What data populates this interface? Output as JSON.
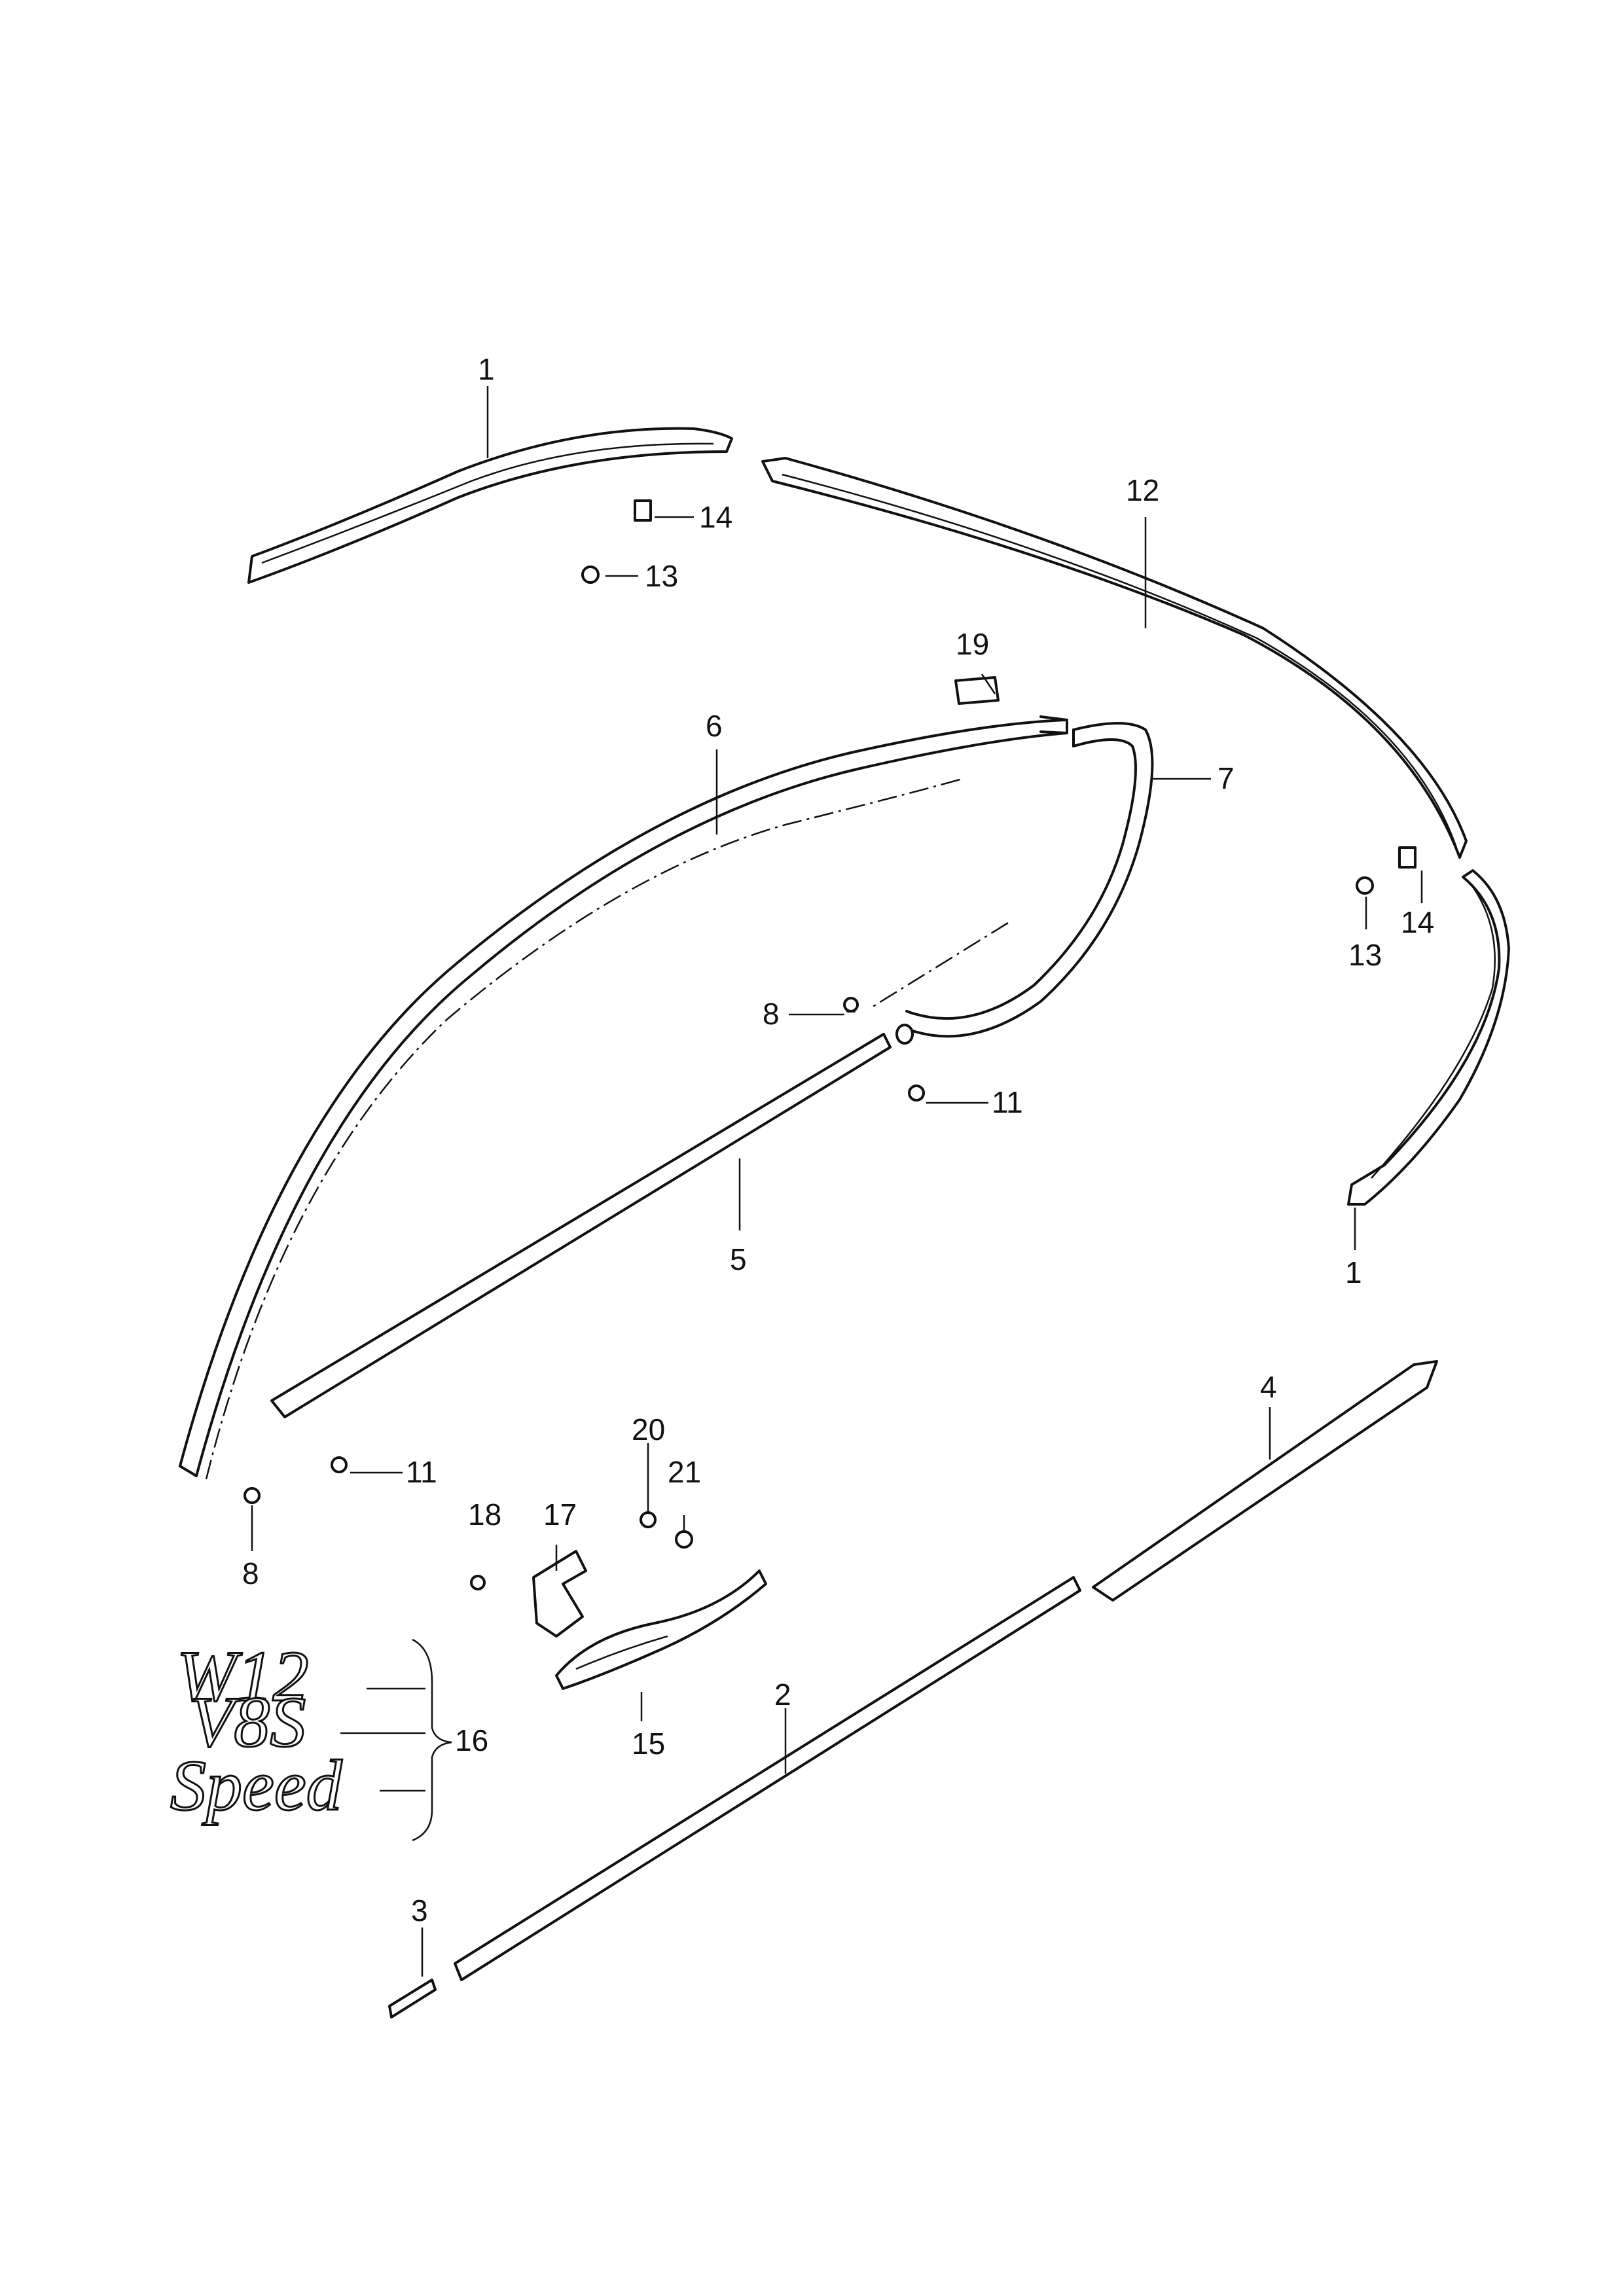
{
  "callouts": {
    "c1a": "1",
    "c1b": "1",
    "c2": "2",
    "c3": "3",
    "c4": "4",
    "c5": "5",
    "c6": "6",
    "c7": "7",
    "c8a": "8",
    "c8b": "8",
    "c11a": "11",
    "c11b": "11",
    "c12": "12",
    "c13a": "13",
    "c13b": "13",
    "c14a": "14",
    "c14b": "14",
    "c15": "15",
    "c16": "16",
    "c17": "17",
    "c18": "18",
    "c19": "19",
    "c20": "20",
    "c21": "21"
  },
  "emblems": {
    "w12": "W12",
    "v8s": "V8S",
    "speed": "Speed"
  }
}
